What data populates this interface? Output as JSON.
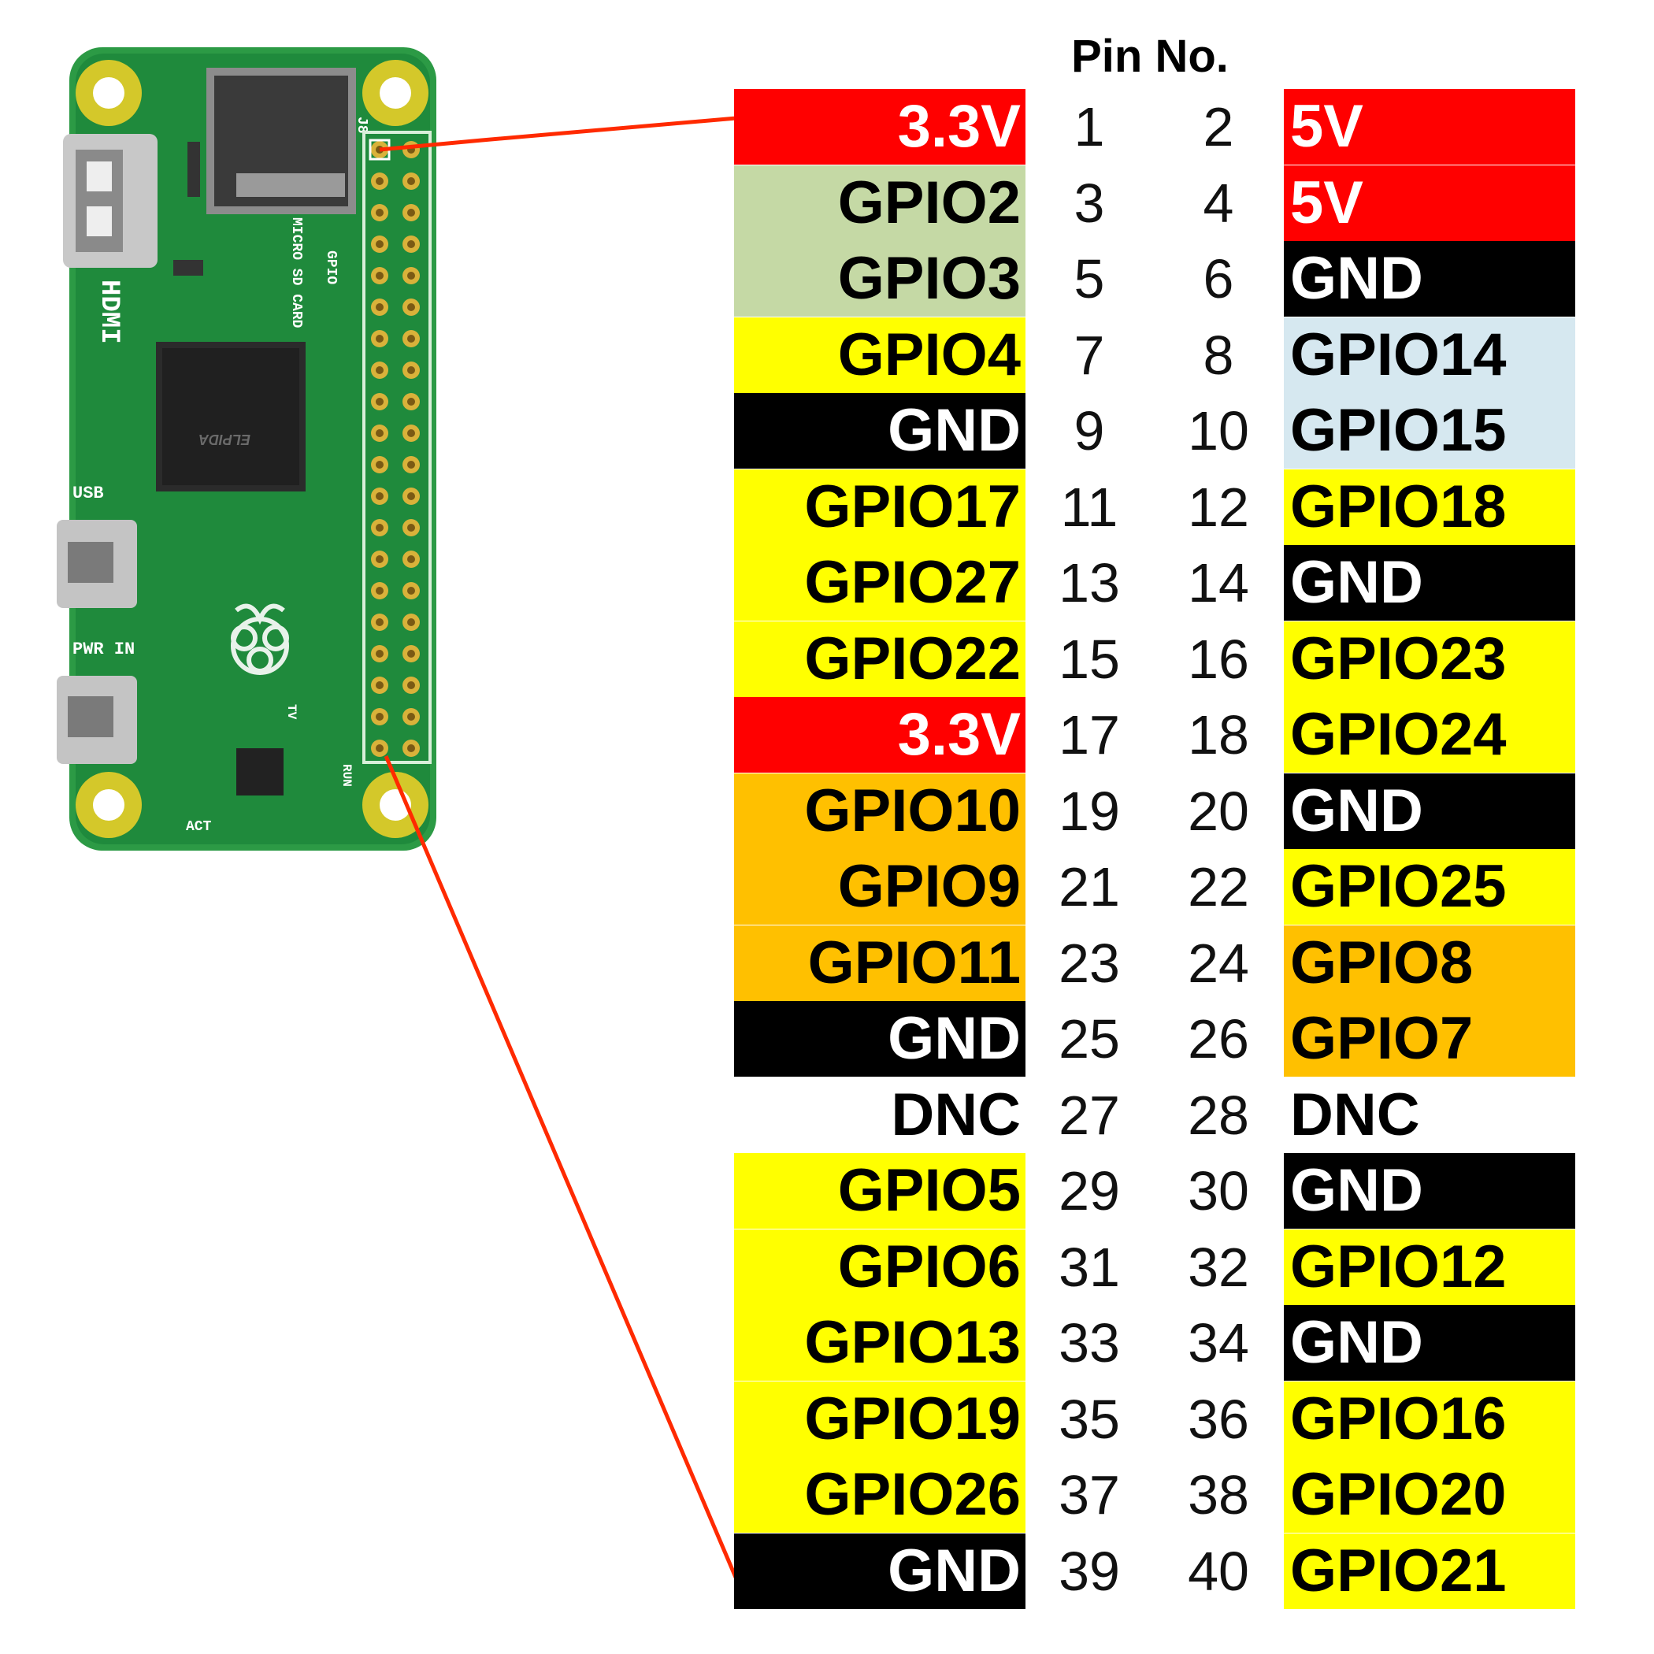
{
  "header": "Pin No.",
  "board": {
    "silkscreen": [
      "HDMI",
      "USB",
      "PWR IN",
      "MICRO SD CARD",
      "J8",
      "ACT",
      "RUN",
      "TV",
      "ELPIDA",
      "GPIO"
    ],
    "pcb_color": "#1f8a3c",
    "mount_color": "#d4c82a"
  },
  "colors": {
    "power33": "#ff0000",
    "power5": "#ff0000",
    "i2c": "#c5d9a5",
    "gpio": "#ffff00",
    "ground": "#000000",
    "uart": "#d6e8f0",
    "spi": "#ffc000",
    "dnc": "#ffffff",
    "leader": "#ff2a00"
  },
  "pins": [
    {
      "left": "3.3V",
      "ln": "1",
      "rn": "2",
      "right": "5V",
      "lt": "power33",
      "rt": "power5"
    },
    {
      "left": "GPIO2",
      "ln": "3",
      "rn": "4",
      "right": "5V",
      "lt": "i2c",
      "rt": "power5"
    },
    {
      "left": "GPIO3",
      "ln": "5",
      "rn": "6",
      "right": "GND",
      "lt": "i2c",
      "rt": "ground"
    },
    {
      "left": "GPIO4",
      "ln": "7",
      "rn": "8",
      "right": "GPIO14",
      "lt": "gpio",
      "rt": "uart"
    },
    {
      "left": "GND",
      "ln": "9",
      "rn": "10",
      "right": "GPIO15",
      "lt": "ground",
      "rt": "uart"
    },
    {
      "left": "GPIO17",
      "ln": "11",
      "rn": "12",
      "right": "GPIO18",
      "lt": "gpio",
      "rt": "gpio"
    },
    {
      "left": "GPIO27",
      "ln": "13",
      "rn": "14",
      "right": "GND",
      "lt": "gpio",
      "rt": "ground"
    },
    {
      "left": "GPIO22",
      "ln": "15",
      "rn": "16",
      "right": "GPIO23",
      "lt": "gpio",
      "rt": "gpio"
    },
    {
      "left": "3.3V",
      "ln": "17",
      "rn": "18",
      "right": "GPIO24",
      "lt": "power33",
      "rt": "gpio"
    },
    {
      "left": "GPIO10",
      "ln": "19",
      "rn": "20",
      "right": "GND",
      "lt": "spi",
      "rt": "ground"
    },
    {
      "left": "GPIO9",
      "ln": "21",
      "rn": "22",
      "right": "GPIO25",
      "lt": "spi",
      "rt": "gpio"
    },
    {
      "left": "GPIO11",
      "ln": "23",
      "rn": "24",
      "right": "GPIO8",
      "lt": "spi",
      "rt": "spi"
    },
    {
      "left": "GND",
      "ln": "25",
      "rn": "26",
      "right": "GPIO7",
      "lt": "ground",
      "rt": "spi"
    },
    {
      "left": "DNC",
      "ln": "27",
      "rn": "28",
      "right": "DNC",
      "lt": "dnc",
      "rt": "dnc"
    },
    {
      "left": "GPIO5",
      "ln": "29",
      "rn": "30",
      "right": "GND",
      "lt": "gpio",
      "rt": "ground"
    },
    {
      "left": "GPIO6",
      "ln": "31",
      "rn": "32",
      "right": "GPIO12",
      "lt": "gpio",
      "rt": "gpio"
    },
    {
      "left": "GPIO13",
      "ln": "33",
      "rn": "34",
      "right": "GND",
      "lt": "gpio",
      "rt": "ground"
    },
    {
      "left": "GPIO19",
      "ln": "35",
      "rn": "36",
      "right": "GPIO16",
      "lt": "gpio",
      "rt": "gpio"
    },
    {
      "left": "GPIO26",
      "ln": "37",
      "rn": "38",
      "right": "GPIO20",
      "lt": "gpio",
      "rt": "gpio"
    },
    {
      "left": "GND",
      "ln": "39",
      "rn": "40",
      "right": "GPIO21",
      "lt": "ground",
      "rt": "gpio"
    }
  ]
}
